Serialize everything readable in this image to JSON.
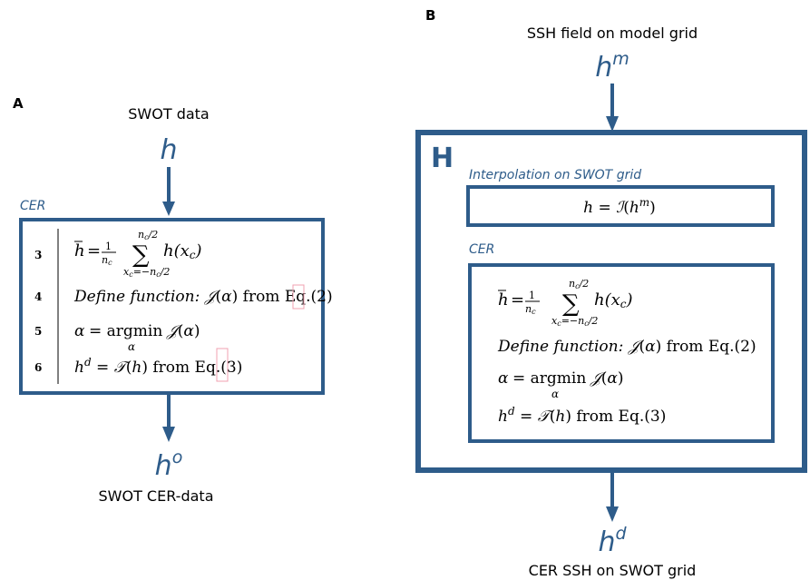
{
  "panel_a": {
    "letter": "A",
    "input_label": "SWOT data",
    "input_symbol": "h",
    "box_label": "CER",
    "lines": [
      {
        "num": "3"
      },
      {
        "num": "4"
      },
      {
        "num": "5"
      },
      {
        "num": "6"
      }
    ],
    "define_label": "Define function:",
    "from_eq2": "from Eq.(2)",
    "from_eq3": "from Eq.(3)",
    "output_symbol": "h",
    "output_sup": "o",
    "output_label": "SWOT CER-data"
  },
  "panel_b": {
    "letter": "B",
    "input_label": "SSH field on model grid",
    "input_symbol": "h",
    "input_sup": "m",
    "box_label": "H",
    "interp_label": "Interpolation on SWOT grid",
    "cer_label": "CER",
    "define_label": "Define function:",
    "from_eq2": "from Eq.(2)",
    "from_eq3": "from Eq.(3)",
    "output_symbol": "h",
    "output_sup": "d",
    "output_label": "CER SSH on SWOT grid"
  },
  "colors": {
    "accent": "#2e5c8a",
    "text": "#000000",
    "highlight": "#f0a0b0"
  }
}
